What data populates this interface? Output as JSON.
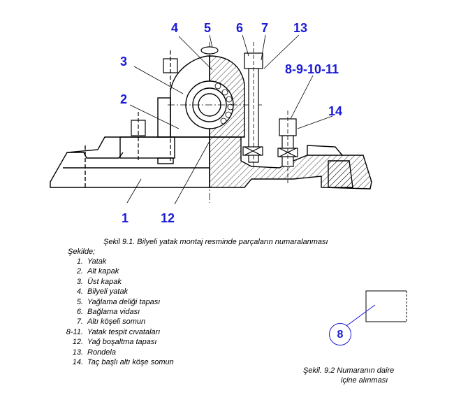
{
  "figure1": {
    "callouts": [
      {
        "id": "c1",
        "text": "1"
      },
      {
        "id": "c2",
        "text": "2"
      },
      {
        "id": "c3",
        "text": "3"
      },
      {
        "id": "c4",
        "text": "4"
      },
      {
        "id": "c5",
        "text": "5"
      },
      {
        "id": "c6",
        "text": "6"
      },
      {
        "id": "c7",
        "text": "7"
      },
      {
        "id": "c13",
        "text": "13"
      },
      {
        "id": "c8910",
        "text": "8-9-10-11"
      },
      {
        "id": "c14",
        "text": "14"
      },
      {
        "id": "c12",
        "text": "12"
      }
    ],
    "caption": "Şekil 9.1. Bilyeli yatak montaj resminde parçaların numaralanması"
  },
  "legend": {
    "heading": "Şekilde;",
    "items": [
      {
        "num": "1.",
        "label": "Yatak"
      },
      {
        "num": "2.",
        "label": "Alt kapak"
      },
      {
        "num": "3.",
        "label": "Üst kapak"
      },
      {
        "num": "4.",
        "label": "Bilyeli yatak"
      },
      {
        "num": "5.",
        "label": "Yağlama deliği tapası"
      },
      {
        "num": "6.",
        "label": "Bağlama vidası"
      },
      {
        "num": "7.",
        "label": "Altı köşeli somun"
      },
      {
        "num": "8-11.",
        "label": "Yatak tespit cıvataları"
      },
      {
        "num": "12.",
        "label": "Yağ boşaltma tapası"
      },
      {
        "num": "13.",
        "label": "Rondela"
      },
      {
        "num": "14.",
        "label": "Taç başlı altı köşe somun"
      }
    ]
  },
  "figure2": {
    "circle_label": "8",
    "caption_line1": "Şekil. 9.2 Numaranın daire",
    "caption_line2": "içine alınması"
  },
  "colors": {
    "callout": "#1a1ad6",
    "hatch": "#000000"
  }
}
